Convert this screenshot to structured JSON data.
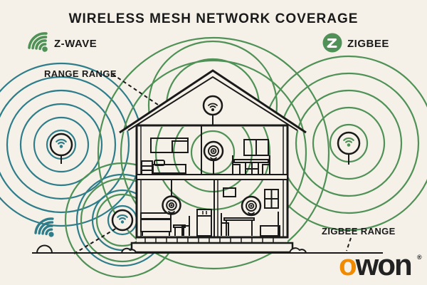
{
  "title": "WIRELESS MESH NETWORK COVERAGE",
  "legend": {
    "zwave_label": "Z-WAVE",
    "zigbee_label": "ZIGBEE"
  },
  "annotations": {
    "range_range_label": "RANGE RANGE",
    "zigbee_range_label": "ZIGBEE RANGE"
  },
  "logo": {
    "prefix": "o",
    "rest": "won",
    "registered": "®"
  },
  "colors": {
    "background": "#f5f1e8",
    "ink": "#1a1a1a",
    "zwave_teal": "#2e7d8a",
    "zigbee_green": "#4f9156",
    "logo_orange": "#f08a00"
  },
  "devices": [
    {
      "name": "attic-hub-node",
      "location": "attic"
    },
    {
      "name": "upper-floor-node",
      "location": "upper floor"
    },
    {
      "name": "living-room-node",
      "location": "ground floor left"
    },
    {
      "name": "study-node",
      "location": "ground floor right"
    },
    {
      "name": "wall-node",
      "location": "exterior wall"
    },
    {
      "name": "outdoor-left-node",
      "location": "outdoor left"
    },
    {
      "name": "outdoor-right-node",
      "location": "outdoor right"
    }
  ]
}
